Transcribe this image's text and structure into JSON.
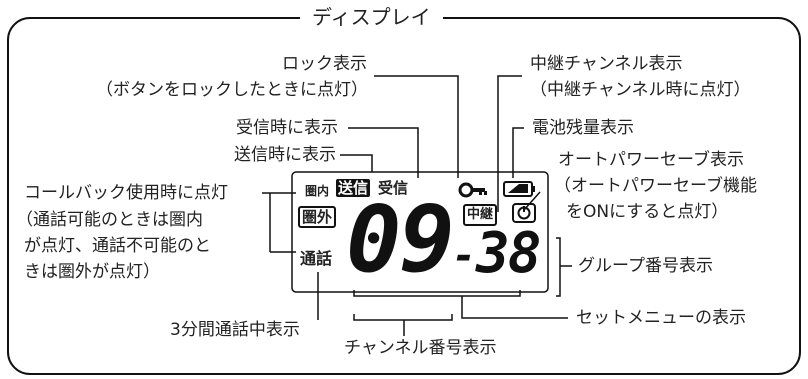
{
  "title": "ディスプレイ",
  "callouts": {
    "lock_title": "ロック表示",
    "lock_desc": "（ボタンをロックしたときに点灯）",
    "relay_title": "中継チャンネル表示",
    "relay_desc": "（中継チャンネル時に点灯）",
    "receive": "受信時に表示",
    "battery": "電池残量表示",
    "send": "送信時に表示",
    "autopower_title": "オートパワーセーブ表示",
    "autopower_desc1": "（オートパワーセーブ機能",
    "autopower_desc2": "をONにすると点灯）",
    "callback_title": "コールバック使用時に点灯",
    "callback_desc1": "（通話可能のときは圏内",
    "callback_desc2": "が点灯、通話不可能のと",
    "callback_desc3": "きは圏外が点灯）",
    "group": "グループ番号表示",
    "call3min": "3分間通話中表示",
    "setmenu": "セットメニューの表示",
    "channel": "チャンネル番号表示"
  },
  "lcd": {
    "in_range": "圏内",
    "out_range": "圏外",
    "send": "送信",
    "receive": "受信",
    "relay": "中継",
    "calling": "通話",
    "channel_digits": "09",
    "dash": "-",
    "group_digits": "38",
    "key_icon": "key-icon",
    "battery_icon": "battery-icon",
    "power_icon": "power-icon"
  }
}
